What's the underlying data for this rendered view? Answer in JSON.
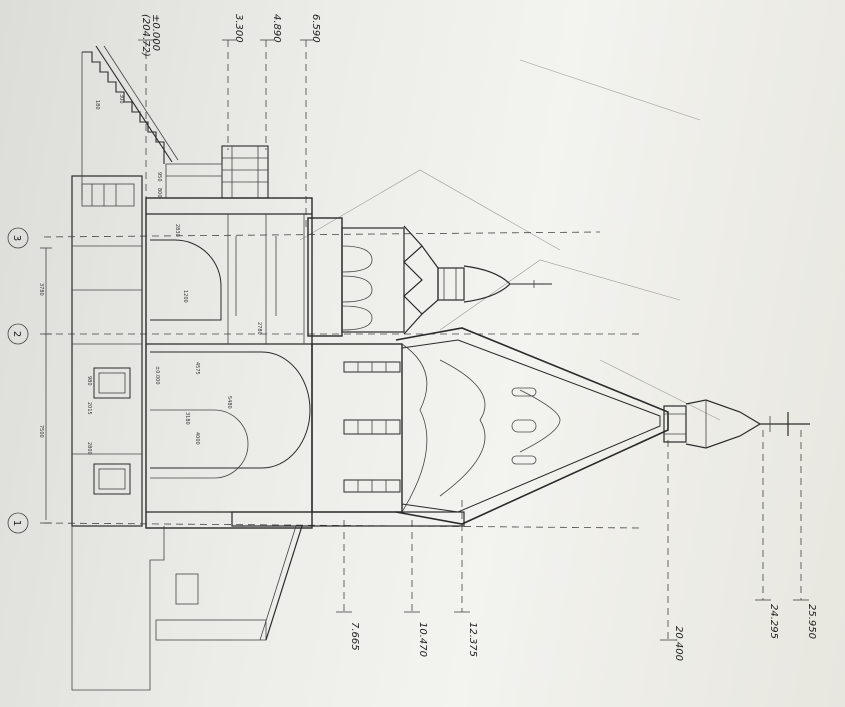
{
  "levels_top": [
    "±0.000",
    "(204.72)",
    "3.300",
    "4.890",
    "6.590"
  ],
  "levels_bottom": [
    "7.665",
    "10.470",
    "12.375",
    "20.400",
    "24.295",
    "25.950"
  ],
  "axes": [
    "1",
    "2",
    "3"
  ],
  "dims": {
    "span_1_2": "7500",
    "span_2_3": "3780",
    "w2830": "2830",
    "w1200": "1200",
    "w2780": "2780",
    "w4575": "4575",
    "w5480": "5480",
    "w3180": "3180",
    "w4000": "4000",
    "w980": "980",
    "w2015": "2015",
    "w2800": "2800",
    "w800": "800",
    "w950": "950",
    "w180": "180",
    "w300": "300",
    "zero_mark": "±0.000"
  }
}
